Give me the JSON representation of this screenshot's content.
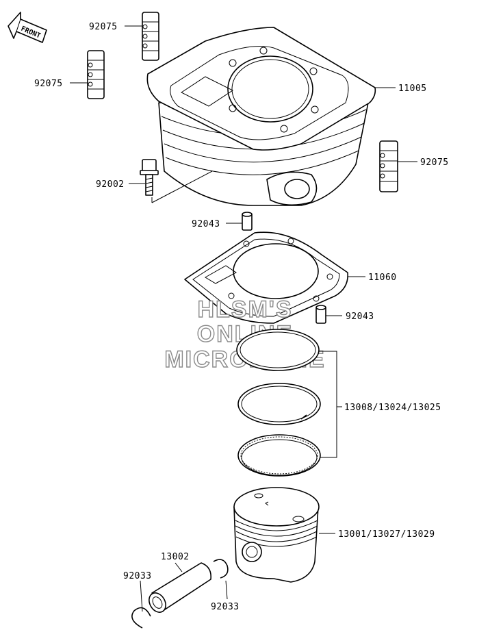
{
  "front_label": "FRONT",
  "parts": {
    "p92075_a": "92075",
    "p92075_b": "92075",
    "p92075_c": "92075",
    "p11005": "11005",
    "p92002": "92002",
    "p92043_a": "92043",
    "p11060": "11060",
    "p92043_b": "92043",
    "p13008": "13008/13024/13025",
    "p13001": "13001/13027/13029",
    "p13002": "13002",
    "p92033_a": "92033",
    "p92033_b": "92033"
  },
  "watermark": {
    "line1": "HLSM'S",
    "line2": "ONLINE",
    "line3": "MICROFICHE"
  }
}
